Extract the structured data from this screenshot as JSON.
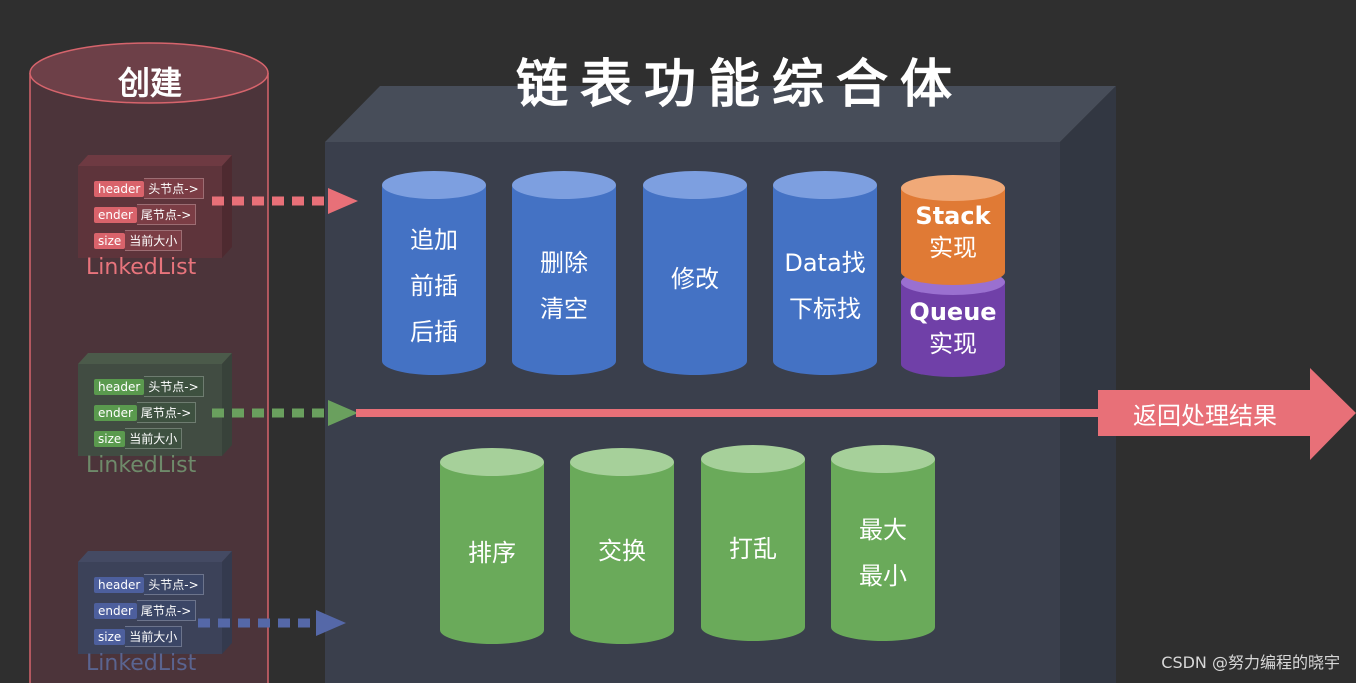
{
  "title": "链表功能综合体",
  "create_label": "创建",
  "linked_lists": [
    {
      "name": "LinkedList",
      "fields": [
        {
          "key": "header",
          "value": "头节点->"
        },
        {
          "key": "ender",
          "value": "尾节点->"
        },
        {
          "key": "size",
          "value": "当前大小"
        }
      ]
    },
    {
      "name": "LinkedList",
      "fields": [
        {
          "key": "header",
          "value": "头节点->"
        },
        {
          "key": "ender",
          "value": "尾节点->"
        },
        {
          "key": "size",
          "value": "当前大小"
        }
      ]
    },
    {
      "name": "LinkedList",
      "fields": [
        {
          "key": "header",
          "value": "头节点->"
        },
        {
          "key": "ender",
          "value": "尾节点->"
        },
        {
          "key": "size",
          "value": "当前大小"
        }
      ]
    }
  ],
  "top_cylinders": [
    {
      "lines": [
        "追加",
        "前插",
        "后插"
      ]
    },
    {
      "lines": [
        "删除",
        "清空"
      ]
    },
    {
      "lines": [
        "修改"
      ]
    },
    {
      "lines": [
        "Data找",
        "下标找"
      ]
    }
  ],
  "stack_cylinder": {
    "lines": [
      "Stack",
      "实现"
    ]
  },
  "queue_cylinder": {
    "lines": [
      "Queue",
      "实现"
    ]
  },
  "bottom_cylinders": [
    {
      "lines": [
        "排序"
      ]
    },
    {
      "lines": [
        "交换"
      ]
    },
    {
      "lines": [
        "打乱"
      ]
    },
    {
      "lines": [
        "最大",
        "最小"
      ]
    }
  ],
  "return_label": "返回处理结果",
  "watermark": "CSDN @努力编程的晓宇",
  "colors": {
    "red": "#e87078",
    "green": "#6aa05e",
    "blue": "#5568a8",
    "cyl_blue": "#4472c4",
    "cyl_green": "#6aaa5a",
    "cyl_orange": "#e07a35",
    "cyl_purple": "#7040a8",
    "box": "#3a3f4c"
  }
}
